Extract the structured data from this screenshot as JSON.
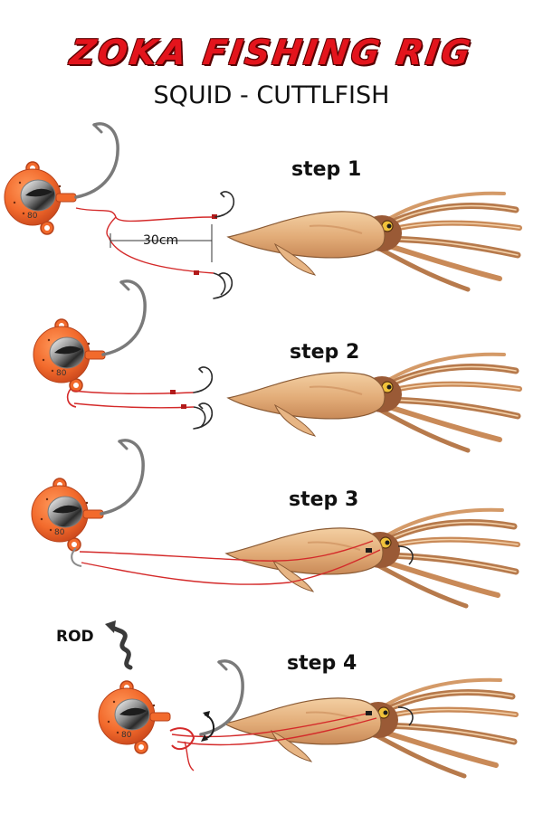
{
  "title": "ZOKA FISHING RIG",
  "subtitle": "SQUID - CUTTLFISH",
  "steps": [
    {
      "label": "step 1"
    },
    {
      "label": "step 2"
    },
    {
      "label": "step 3"
    },
    {
      "label": "step 4"
    }
  ],
  "measurement": "30cm",
  "rod_label": "ROD",
  "jig_weight": "80",
  "colors": {
    "title_red": "#e3141c",
    "jig_orange": "#f26a2c",
    "line_red": "#d42a2a",
    "squid_tan": "#e8b582",
    "squid_dark": "#9a5a36",
    "hook_grey": "#7a7a7a"
  }
}
